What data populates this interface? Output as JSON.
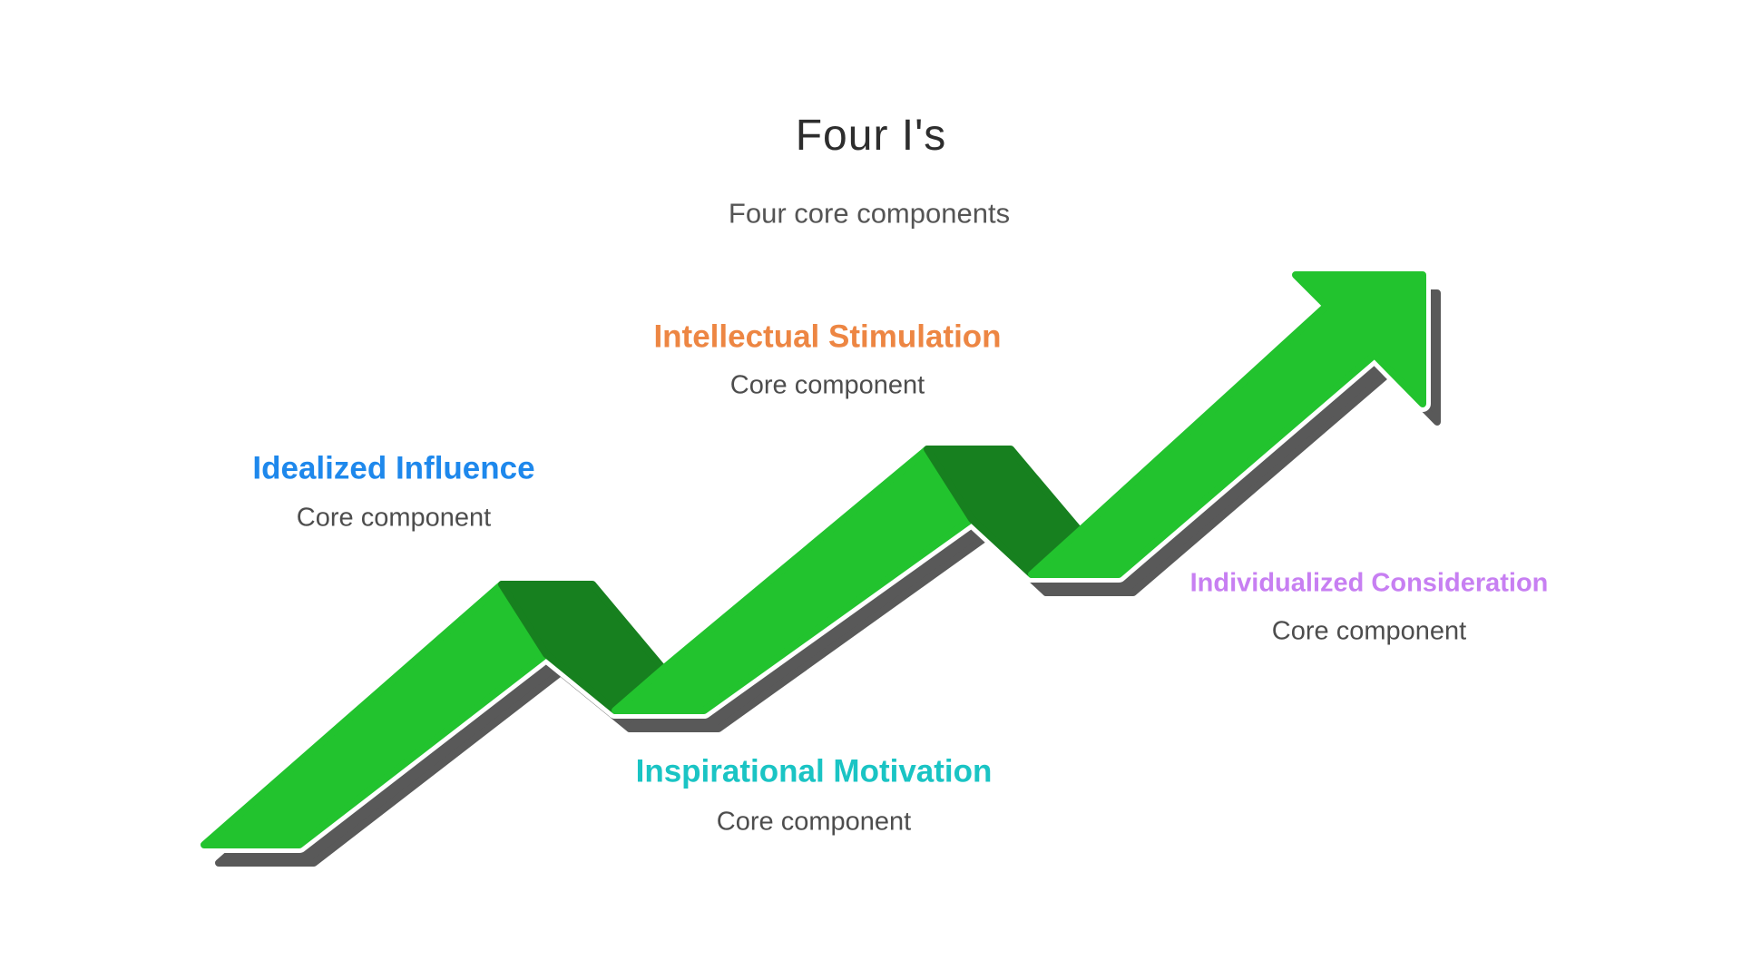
{
  "page": {
    "title": "Four I's",
    "subtitle": "Four core components"
  },
  "items": [
    {
      "id": "idealized-influence",
      "label": "Idealized Influence",
      "description": "Core component",
      "color": "#1E88EC"
    },
    {
      "id": "inspirational-motivation",
      "label": "Inspirational Motivation",
      "description": "Core component",
      "color": "#1AC4C4"
    },
    {
      "id": "intellectual-stimulation",
      "label": "Intellectual Stimulation",
      "description": "Core component",
      "color": "#ED8643"
    },
    {
      "id": "individualized-consideration",
      "label": "Individualized Consideration",
      "description": "Core component",
      "color": "#C77FF2"
    }
  ],
  "arrow": {
    "green": "#22C32E",
    "dark_green": "#17801F",
    "shadow": "#595959",
    "outline": "#FFFFFF"
  },
  "text_colors": {
    "title": "#2D2D2D",
    "subtitle": "#555555",
    "description": "#4D4D4D"
  }
}
